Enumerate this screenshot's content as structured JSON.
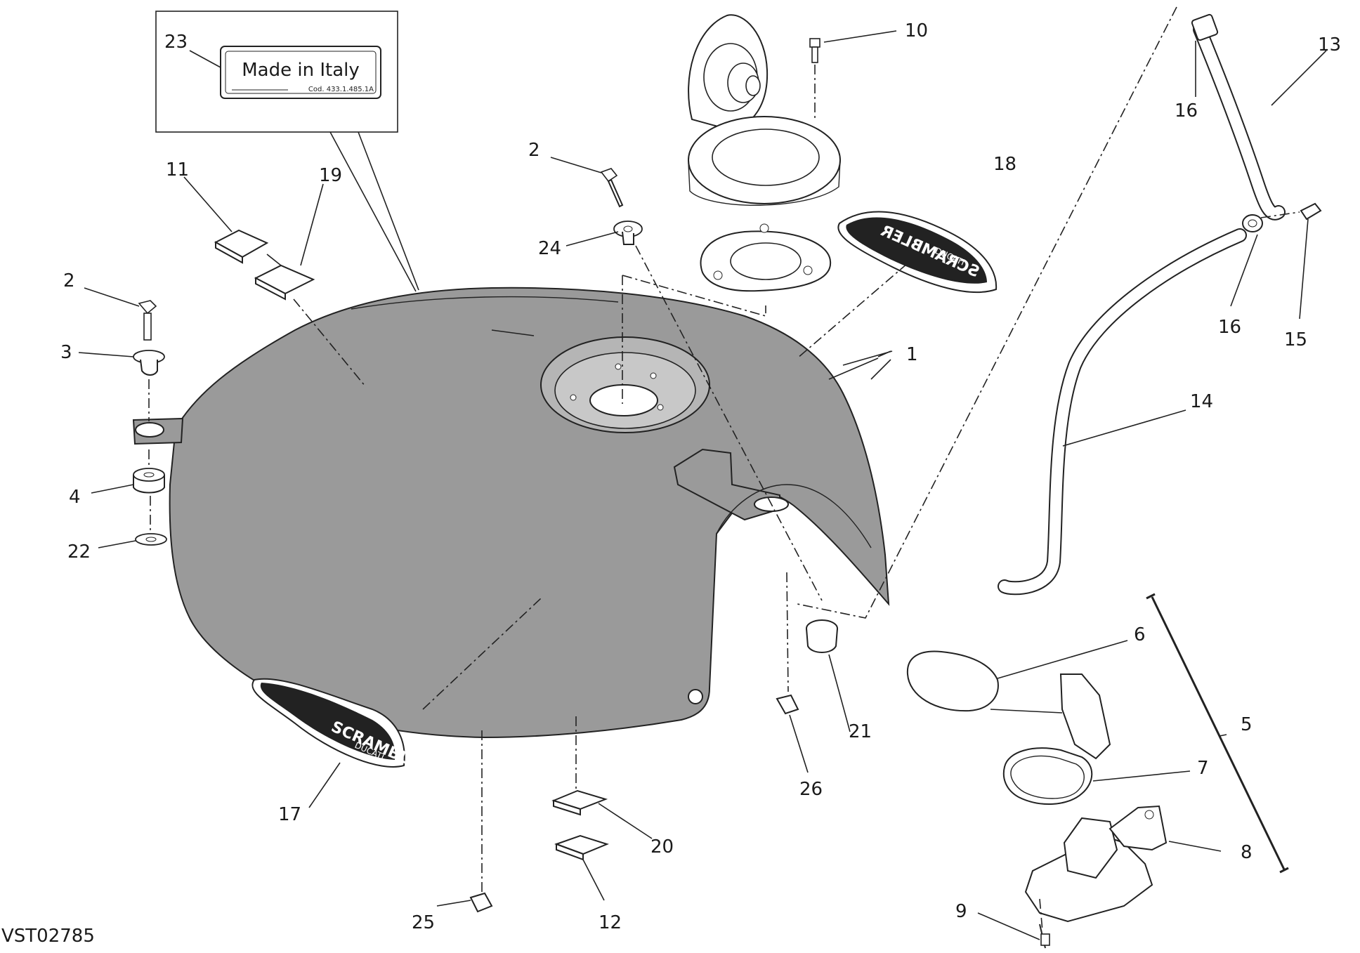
{
  "drawing_code": "VST02785",
  "label_tag": {
    "main_text": "Made in Italy",
    "code_text": "Cod. 433.1.485.1A"
  },
  "emblem_text": {
    "brand": "SCRAMBLER",
    "sub": "DUCATI"
  },
  "callouts": {
    "c1": "1",
    "c2a": "2",
    "c2b": "2",
    "c3": "3",
    "c4": "4",
    "c5": "5",
    "c6": "6",
    "c7": "7",
    "c8": "8",
    "c9": "9",
    "c10": "10",
    "c11": "11",
    "c12": "12",
    "c13": "13",
    "c14": "14",
    "c15": "15",
    "c16a": "16",
    "c16b": "16",
    "c17": "17",
    "c18": "18",
    "c19": "19",
    "c20": "20",
    "c21": "21",
    "c22": "22",
    "c23": "23",
    "c24": "24",
    "c25": "25",
    "c26": "26"
  },
  "colors": {
    "tank": "#9a9a9a",
    "line": "#222222",
    "background": "#ffffff"
  }
}
